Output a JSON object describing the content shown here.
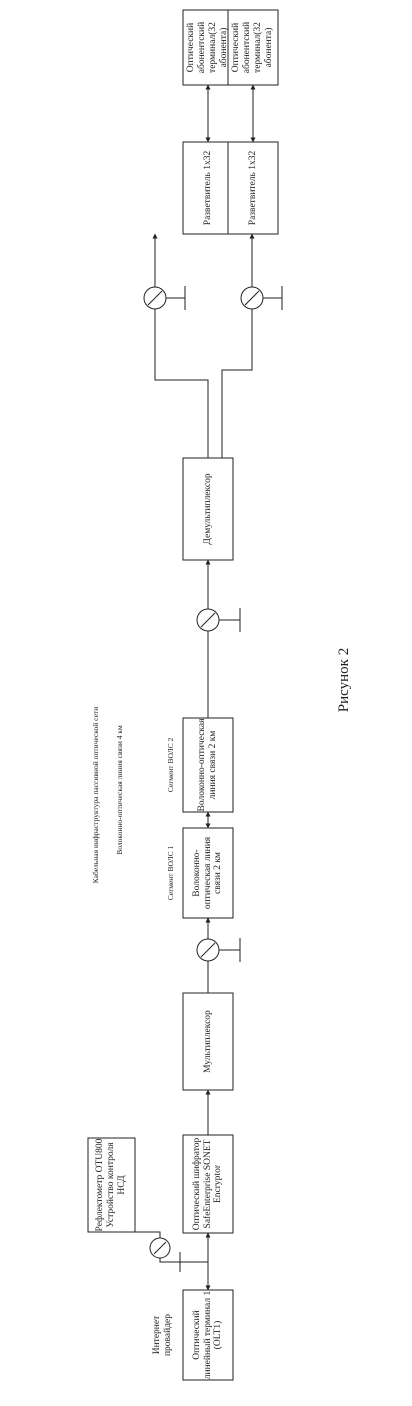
{
  "blocks": {
    "olt": "Оптический линейный терминал 1 (OLT1)",
    "encryptor": "Оптический шифратор SafeEnterprise SONET Encryptor",
    "mux": "Мультиплексор",
    "fiber1": "Волоконно-оптическая линия связи 2 км",
    "fiber2": "Волоконно-оптическая линия связи 2 км",
    "demux": "Демультиплексор",
    "splitter_left": "Разветвитель 1x32",
    "splitter_right": "Разветвитель 1x32",
    "ont_left": "Оптический абонентский терминал(32 абонента)",
    "ont_right": "Оптический абонентский терминал(32 абонента)",
    "reflectometer": "Рефлектометр OTU800 Устройство контроля НСД"
  },
  "labels": {
    "provider": "Интернет провайдер",
    "segment1": "Сегмент ВОЛС 1",
    "segment2": "Сегмент ВОЛС 2",
    "infrastructure": "Кабельная инфраструктура пассивной оптической сети",
    "fiber_line": "Волоконно-оптическая линия связи 4 км",
    "caption": "Рисунок 2"
  }
}
